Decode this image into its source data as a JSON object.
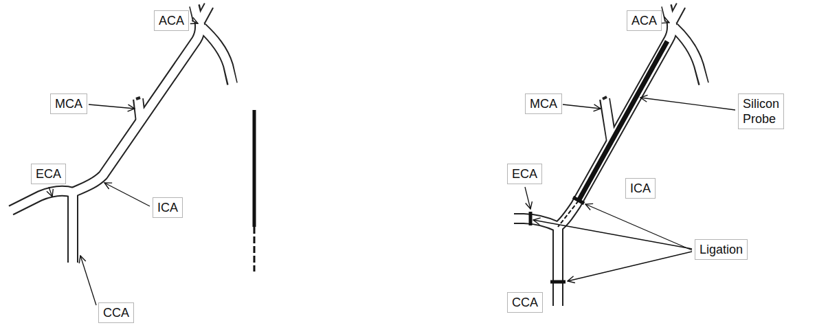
{
  "diagram": {
    "nodes": [
      {
        "text": [
          "ACA"
        ]
      },
      {
        "text": [
          "MCA"
        ]
      },
      {
        "text": [
          "ECA"
        ]
      },
      {
        "text": [
          "ICA"
        ]
      },
      {
        "text": [
          "CCA"
        ]
      },
      {
        "text": [
          "ACA"
        ]
      },
      {
        "text": [
          "MCA"
        ]
      },
      {
        "text": [
          "Silicon Probe"
        ]
      },
      {
        "text": [
          "ECA"
        ]
      },
      {
        "text": [
          "ICA"
        ]
      },
      {
        "text": [
          "Ligation"
        ]
      },
      {
        "text": [
          "CCA"
        ]
      }
    ]
  }
}
